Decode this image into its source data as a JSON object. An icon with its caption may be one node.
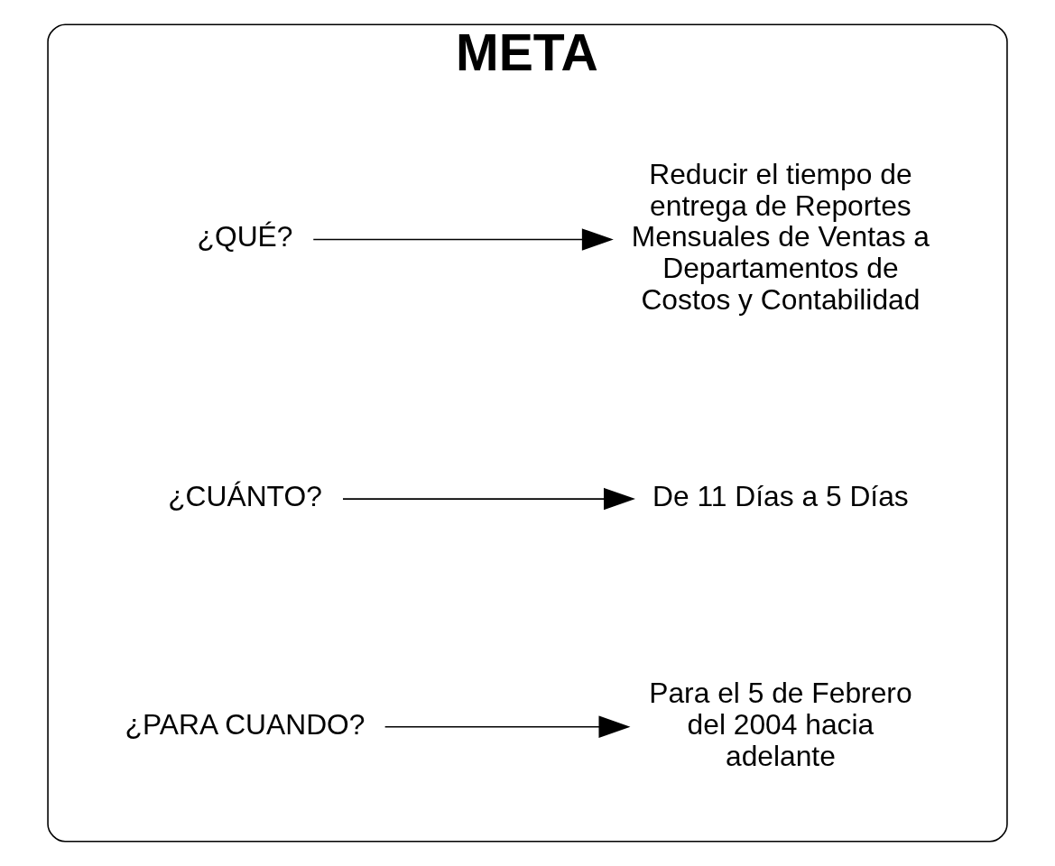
{
  "diagram": {
    "nodes": [
      {
        "text": [
          "META"
        ]
      },
      {
        "text": [
          "¿QUÉ?"
        ],
        "in": 0
      },
      {
        "text": [
          "Reducir el tiempo de entrega de Reportes Mensuales de Ventas a Departamentos de Costos y Contabilidad"
        ],
        "in": 0
      },
      {
        "text": [
          "¿CUÁNTO?"
        ],
        "in": 0
      },
      {
        "text": [
          "De 11 Días a 5 Días"
        ],
        "in": 0
      },
      {
        "text": [
          "¿PARA CUANDO?"
        ],
        "in": 0
      },
      {
        "text": [
          "Para el 5 de Febrero del 2004 hacia adelante"
        ],
        "in": 0
      }
    ],
    "edges": [
      {
        "from": 1,
        "to": 2,
        "arrow": "to"
      },
      {
        "from": 3,
        "to": 4,
        "arrow": "to"
      },
      {
        "from": 5,
        "to": 6,
        "arrow": "to"
      }
    ]
  }
}
